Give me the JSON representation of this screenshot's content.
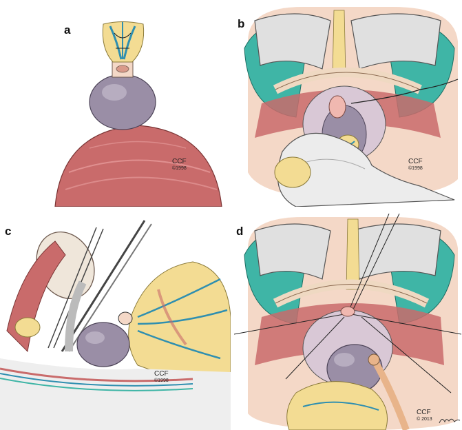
{
  "panels": [
    {
      "label": "a",
      "credit_org": "CCF",
      "credit_year": "©1998"
    },
    {
      "label": "b",
      "credit_org": "CCF",
      "credit_year": "©1998"
    },
    {
      "label": "c",
      "credit_org": "CCF",
      "credit_year": "©1998"
    },
    {
      "label": "d",
      "credit_org": "CCF",
      "credit_year": "© 2013"
    }
  ],
  "colors": {
    "muscle": "#c96b6b",
    "bladder": "#9a8ea6",
    "fat": "#f3dc93",
    "vessel_blue": "#2f8fb0",
    "teal_tissue": "#3fb5a6",
    "retractor": "#e0e0e0",
    "skin": "#f4d8c7"
  }
}
